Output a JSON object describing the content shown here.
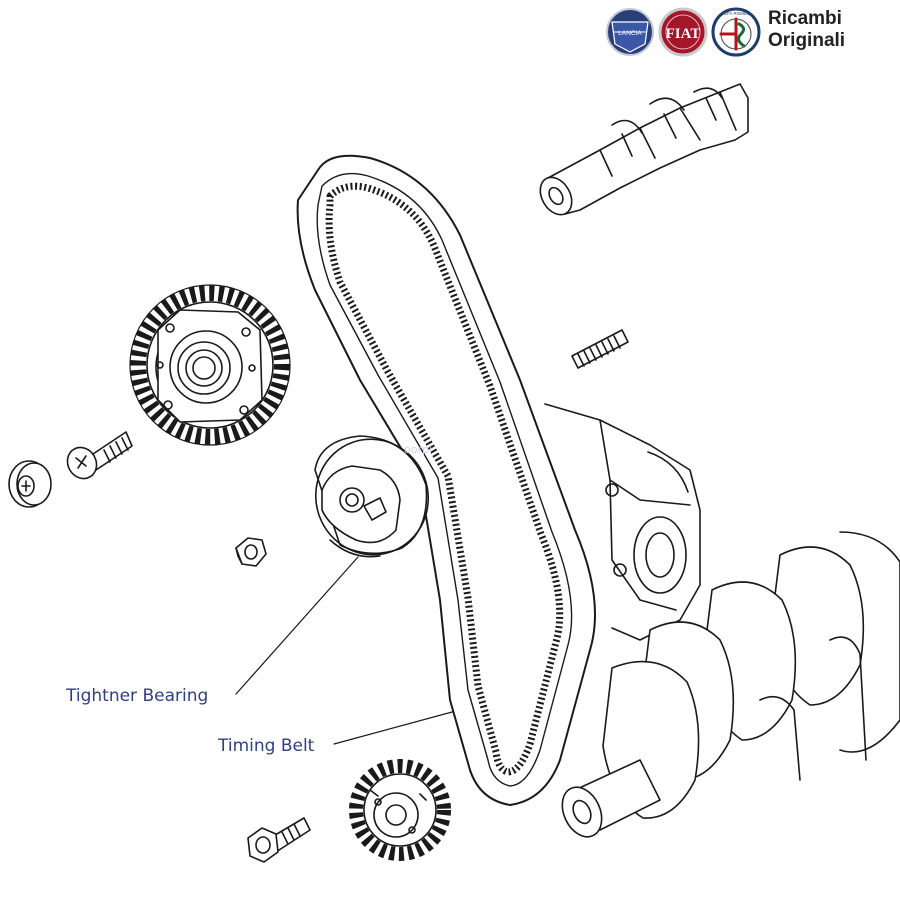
{
  "brand": {
    "title_line1": "Ricambi",
    "title_line2": "Originali",
    "logos": [
      {
        "name": "lancia-logo",
        "text": "LANCIA",
        "color": "#2a3f7a"
      },
      {
        "name": "fiat-logo",
        "text": "FIAT",
        "color": "#a4162a"
      },
      {
        "name": "alfa-romeo-logo",
        "text": "ALFA ROMEO",
        "color": "#1e5a32"
      }
    ]
  },
  "callouts": {
    "tightener_bearing": "Tightner Bearing",
    "timing_belt": "Timing Belt"
  },
  "watermark": "oorpi",
  "colors": {
    "line": "#1a1a1a",
    "label": "#2e3f86",
    "watermark": "#c8d4e6"
  }
}
